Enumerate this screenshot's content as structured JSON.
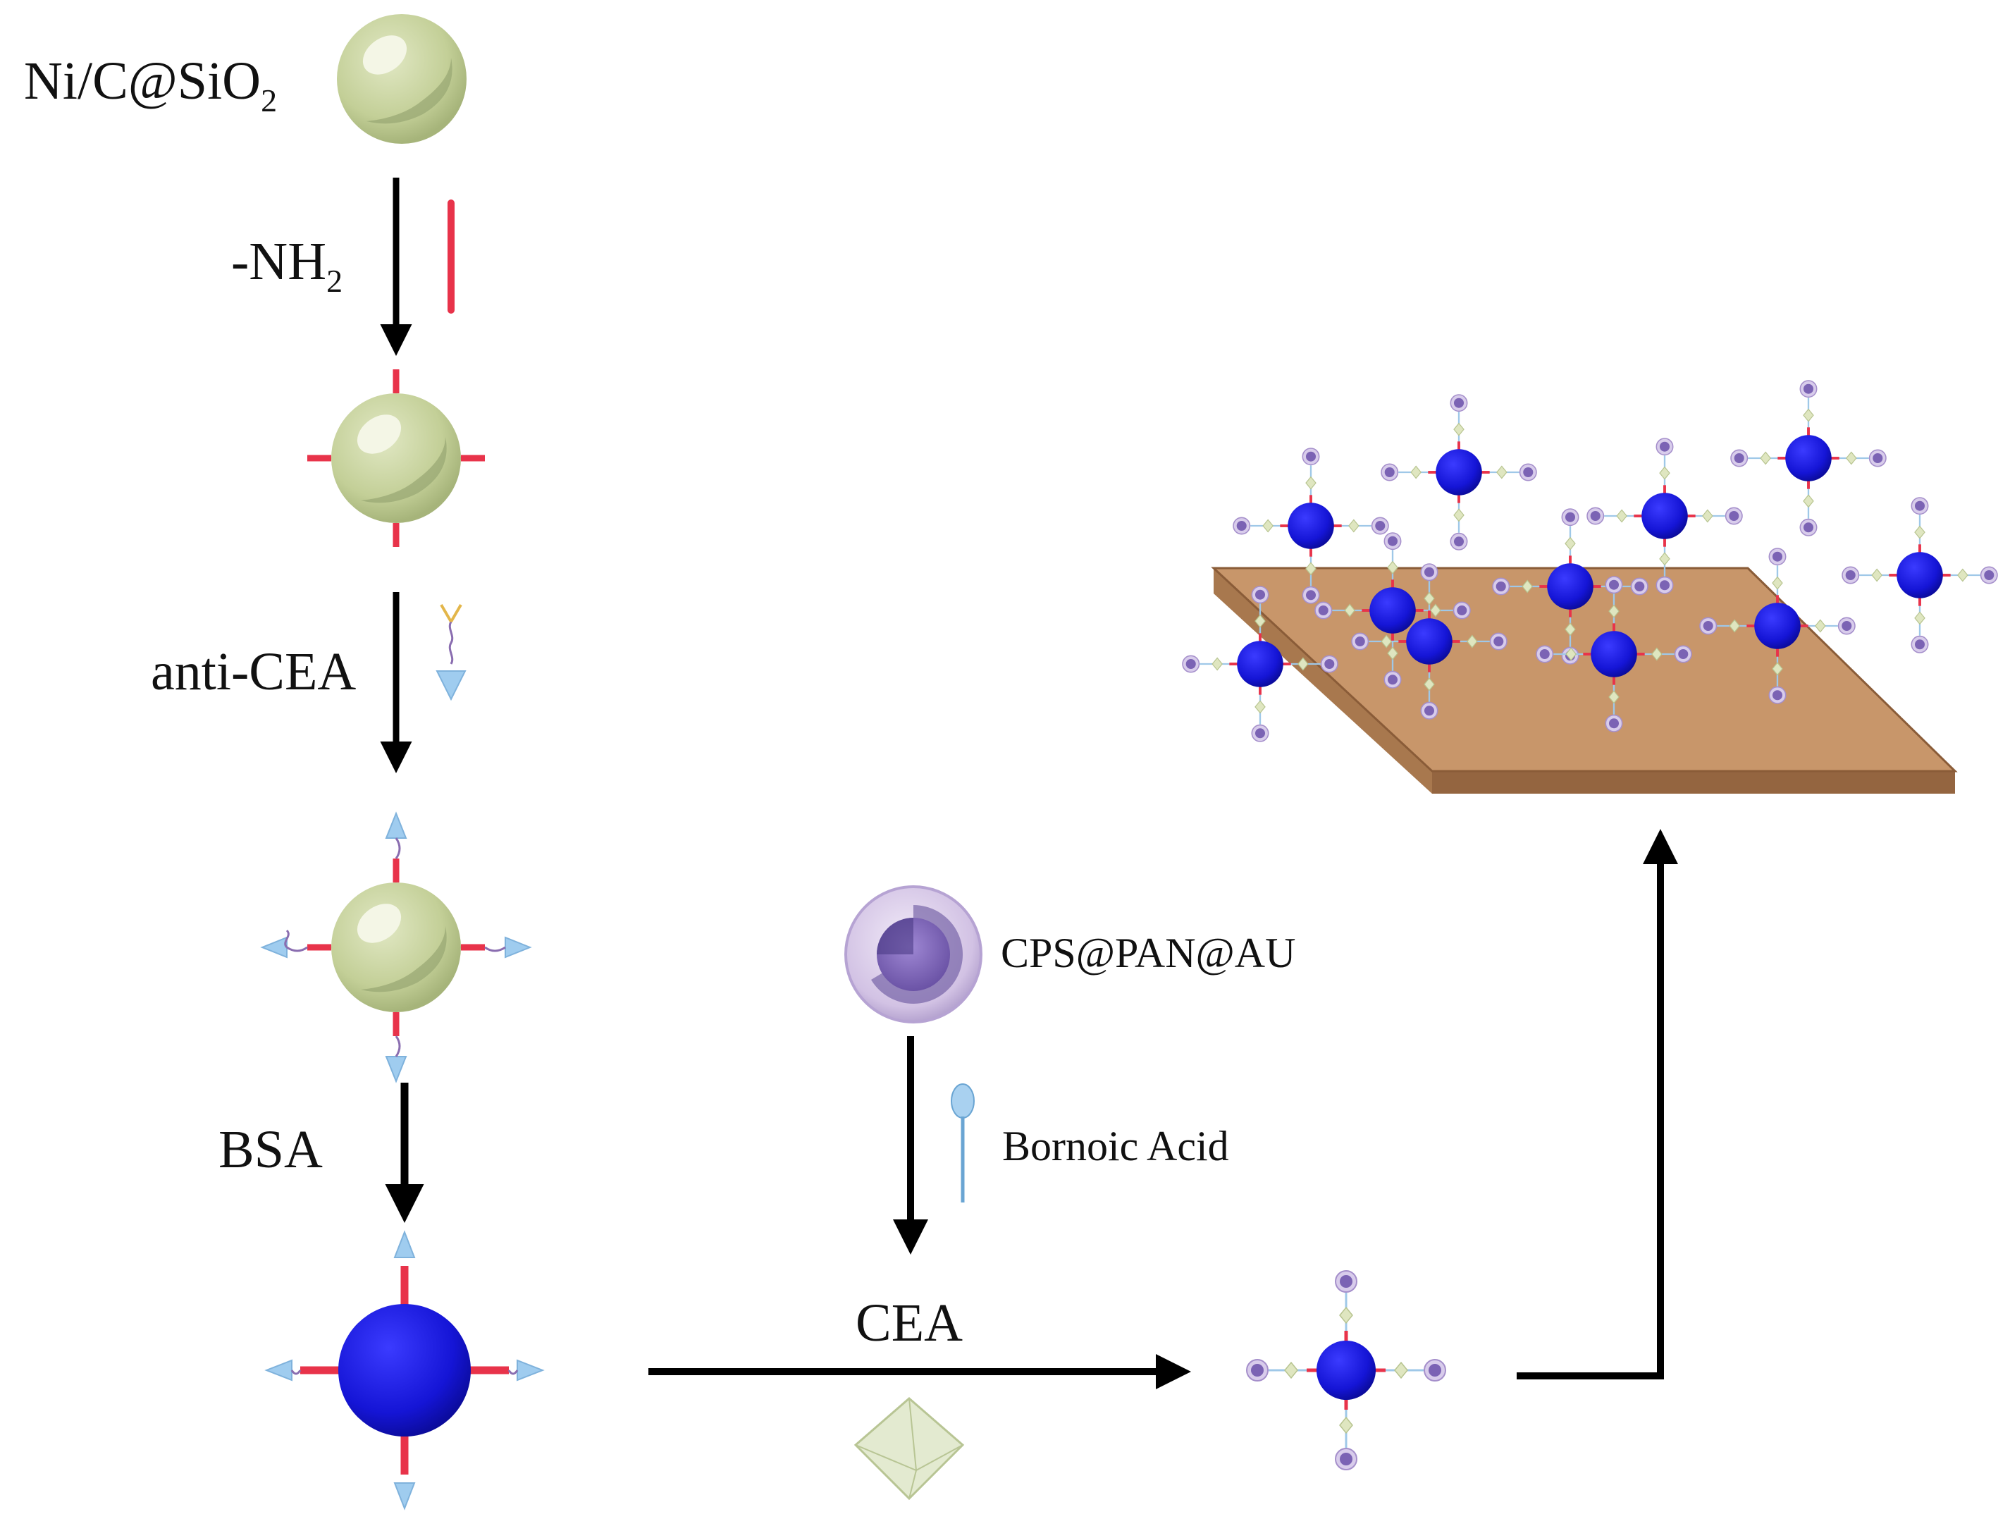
{
  "steps": {
    "start": {
      "label": "Ni/C@SiO",
      "label_sub": "2"
    },
    "step1": {
      "label": "-NH",
      "label_sub": "2"
    },
    "step2": {
      "label": "anti-CEA"
    },
    "step3": {
      "label": "BSA"
    },
    "step4": {
      "label": "CEA"
    }
  },
  "side_branch": {
    "particle_label": "CPS@PAN@AU",
    "reagent_label": "Bornoic Acid"
  },
  "colors": {
    "sphere_green": "#c6d29c",
    "sphere_blue": "#1717d8",
    "amine_red": "#e8334a",
    "antibody_blue": "#8fc3ea",
    "cps_purple": "#8a72b8",
    "cea_green": "#d6e0b4",
    "substrate": "#c8966a",
    "arrow": "#000000"
  },
  "icons": [
    "ni-c-sio2-sphere-icon",
    "amine-linker-icon",
    "antibody-icon",
    "cps-pan-au-particle-icon",
    "boronic-acid-icon",
    "cea-octahedron-icon",
    "electrode-substrate-icon"
  ]
}
